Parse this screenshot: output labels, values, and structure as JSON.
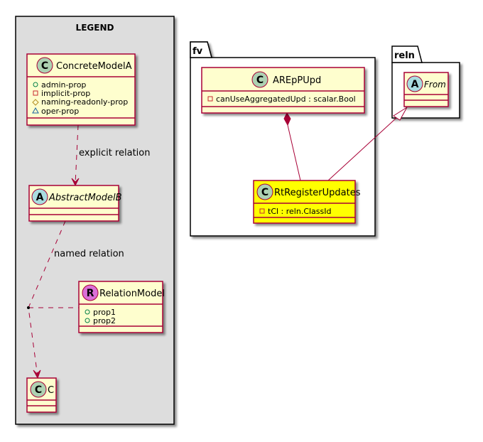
{
  "legend": {
    "title": "LEGEND",
    "classes": {
      "concrete": {
        "stereotype": "C",
        "name": "ConcreteModelA",
        "attributes": [
          {
            "visibility": "public",
            "name": "admin-prop"
          },
          {
            "visibility": "private",
            "name": "implicit-prop"
          },
          {
            "visibility": "protected",
            "name": "naming-readonly-prop"
          },
          {
            "visibility": "package",
            "name": "oper-prop"
          }
        ]
      },
      "abstract": {
        "stereotype": "A",
        "name": "AbstractModelB"
      },
      "relation": {
        "stereotype": "R",
        "name": "RelationModel",
        "attributes": [
          {
            "visibility": "public",
            "name": "prop1"
          },
          {
            "visibility": "public",
            "name": "prop2"
          }
        ]
      },
      "c": {
        "stereotype": "C",
        "name": "C"
      }
    },
    "relations": {
      "explicit": "explicit relation",
      "named": "named relation"
    }
  },
  "packages": {
    "fv": {
      "name": "fv",
      "classes": {
        "arepp": {
          "stereotype": "C",
          "name": "AREpPUpd",
          "attributes": [
            {
              "visibility": "private",
              "name": "canUseAggregatedUpd : scalar.Bool"
            }
          ]
        },
        "rtreg": {
          "stereotype": "C",
          "name": "RtRegisterUpdates",
          "highlight": "#FFFF00",
          "attributes": [
            {
              "visibility": "private",
              "name": "tCl : reln.ClassId"
            }
          ]
        }
      }
    },
    "reln": {
      "name": "reln",
      "classes": {
        "from": {
          "stereotype": "A",
          "name": "From"
        }
      }
    }
  },
  "colors": {
    "class_fill": "#FEFECE",
    "class_border": "#A80036",
    "highlight_fill": "#FFFF00",
    "legend_bg": "#DDDDDD",
    "circle_c": "#ADD1B2",
    "circle_a": "#A9DCDF",
    "circle_r": "#DA70D6"
  }
}
